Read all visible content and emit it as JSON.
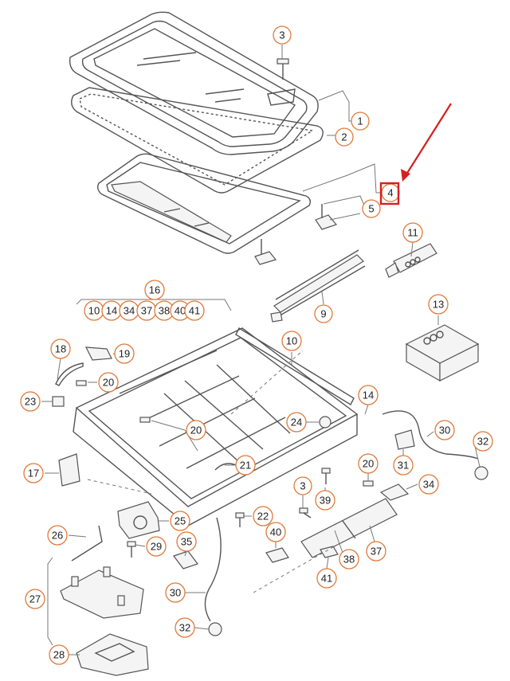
{
  "callouts": {
    "c1": "1",
    "c2": "2",
    "c3a": "3",
    "c4": "4",
    "c5": "5",
    "c9": "9",
    "c10a": "10",
    "c11": "11",
    "c13": "13",
    "c14a": "14",
    "c16": "16",
    "g10": "10",
    "g14": "14",
    "g34": "34",
    "g37": "37",
    "g38": "38",
    "g40": "40",
    "g41": "41",
    "c17": "17",
    "c18": "18",
    "c19": "19",
    "c20a": "20",
    "c20b": "20",
    "c20c": "20",
    "c21": "21",
    "c22": "22",
    "c23": "23",
    "c24": "24",
    "c25": "25",
    "c26": "26",
    "c27": "27",
    "c28": "28",
    "c29": "29",
    "c30a": "30",
    "c30b": "30",
    "c31": "31",
    "c32a": "32",
    "c32b": "32",
    "c3b": "3",
    "c34": "34",
    "c35": "35",
    "c37": "37",
    "c38": "38",
    "c39": "39",
    "c40": "40",
    "c41": "41"
  },
  "highlight": {
    "target_label": "4",
    "box_color": "#d62020",
    "arrow_color": "#d62020"
  },
  "colors": {
    "callout_border": "#e07a3a",
    "linework": "#555555"
  }
}
